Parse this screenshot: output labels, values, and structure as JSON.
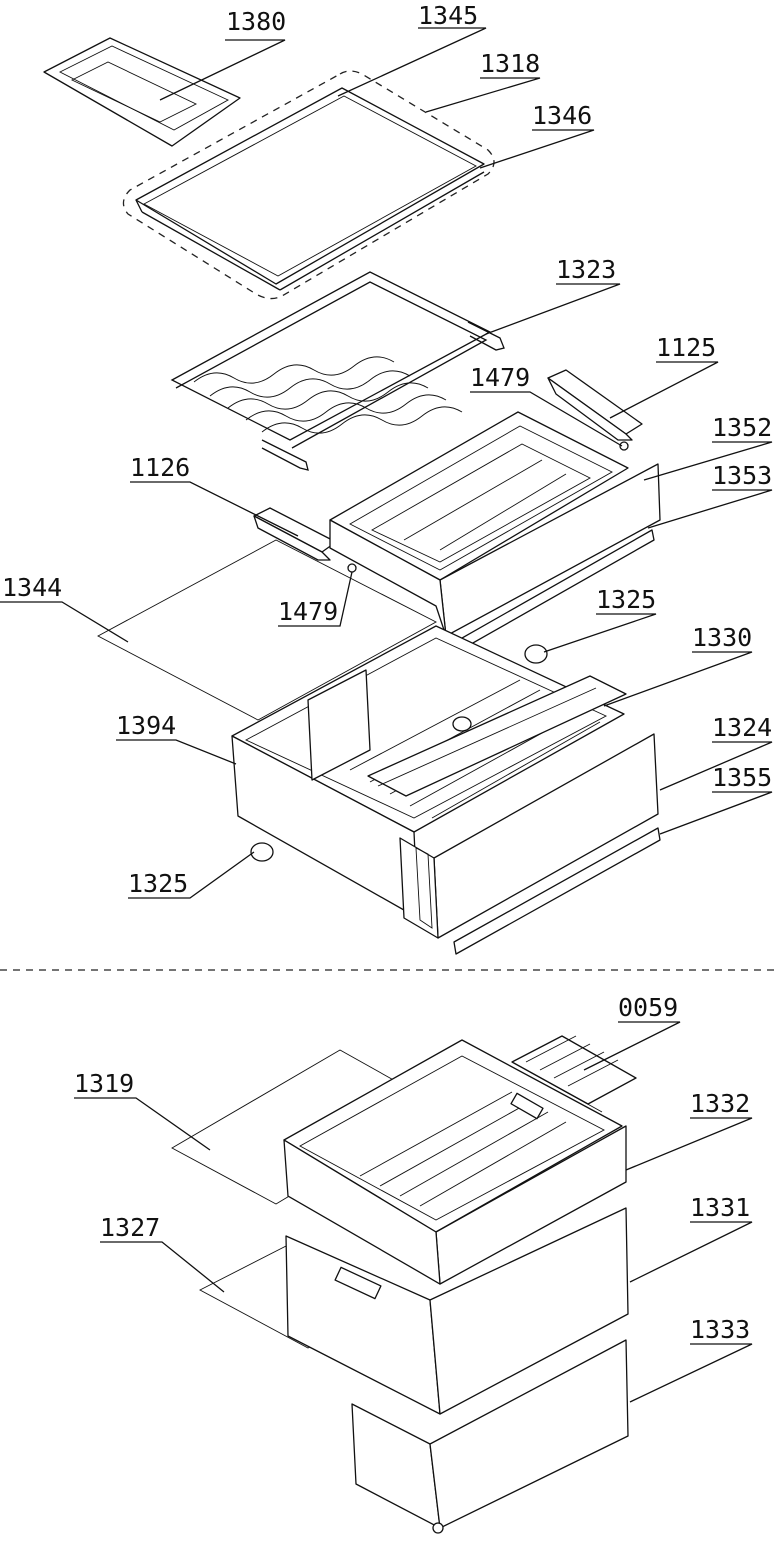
{
  "diagram": {
    "section_divider": "dashed",
    "parts": [
      {
        "id": "p1380",
        "label": "1380"
      },
      {
        "id": "p1345",
        "label": "1345"
      },
      {
        "id": "p1318",
        "label": "1318"
      },
      {
        "id": "p1346",
        "label": "1346"
      },
      {
        "id": "p1323",
        "label": "1323"
      },
      {
        "id": "p1125",
        "label": "1125"
      },
      {
        "id": "p1479a",
        "label": "1479"
      },
      {
        "id": "p1352",
        "label": "1352"
      },
      {
        "id": "p1126",
        "label": "1126"
      },
      {
        "id": "p1353",
        "label": "1353"
      },
      {
        "id": "p1344",
        "label": "1344"
      },
      {
        "id": "p1479b",
        "label": "1479"
      },
      {
        "id": "p1325a",
        "label": "1325"
      },
      {
        "id": "p1330",
        "label": "1330"
      },
      {
        "id": "p1394",
        "label": "1394"
      },
      {
        "id": "p1324",
        "label": "1324"
      },
      {
        "id": "p1355",
        "label": "1355"
      },
      {
        "id": "p1325b",
        "label": "1325"
      },
      {
        "id": "p0059",
        "label": "0059"
      },
      {
        "id": "p1319",
        "label": "1319"
      },
      {
        "id": "p1332",
        "label": "1332"
      },
      {
        "id": "p1327",
        "label": "1327"
      },
      {
        "id": "p1331",
        "label": "1331"
      },
      {
        "id": "p1333",
        "label": "1333"
      }
    ]
  }
}
